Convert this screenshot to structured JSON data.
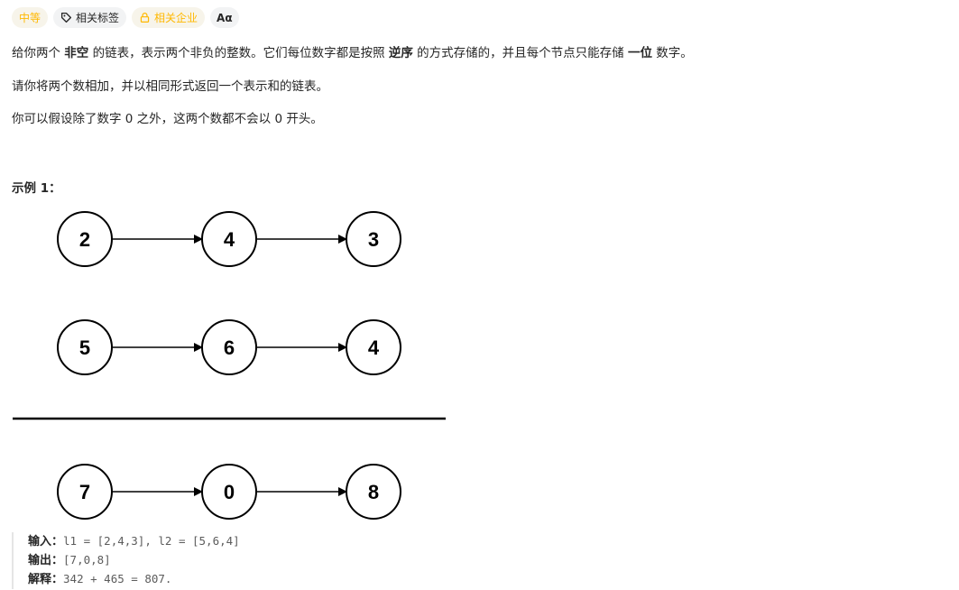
{
  "tags": {
    "difficulty": "中等",
    "topics": "相关标签",
    "companies": "相关企业",
    "translate": "Aα"
  },
  "description": {
    "p1_a": "给你两个 ",
    "p1_b": "非空",
    "p1_c": " 的链表，表示两个非负的整数。它们每位数字都是按照 ",
    "p1_d": "逆序",
    "p1_e": " 的方式存储的，并且每个节点只能存储 ",
    "p1_f": "一位",
    "p1_g": " 数字。",
    "p2": "请你将两个数相加，并以相同形式返回一个表示和的链表。",
    "p3": "你可以假设除了数字 0 之外，这两个数都不会以 0 开头。"
  },
  "example": {
    "title": "示例 1：",
    "list1": [
      "2",
      "4",
      "3"
    ],
    "list2": [
      "5",
      "6",
      "4"
    ],
    "result": [
      "7",
      "0",
      "8"
    ],
    "input_label": "输入：",
    "input_value": "l1 = [2,4,3], l2 = [5,6,4]",
    "output_label": "输出：",
    "output_value": "[7,0,8]",
    "explain_label": "解释：",
    "explain_value": "342 + 465 = 807."
  }
}
